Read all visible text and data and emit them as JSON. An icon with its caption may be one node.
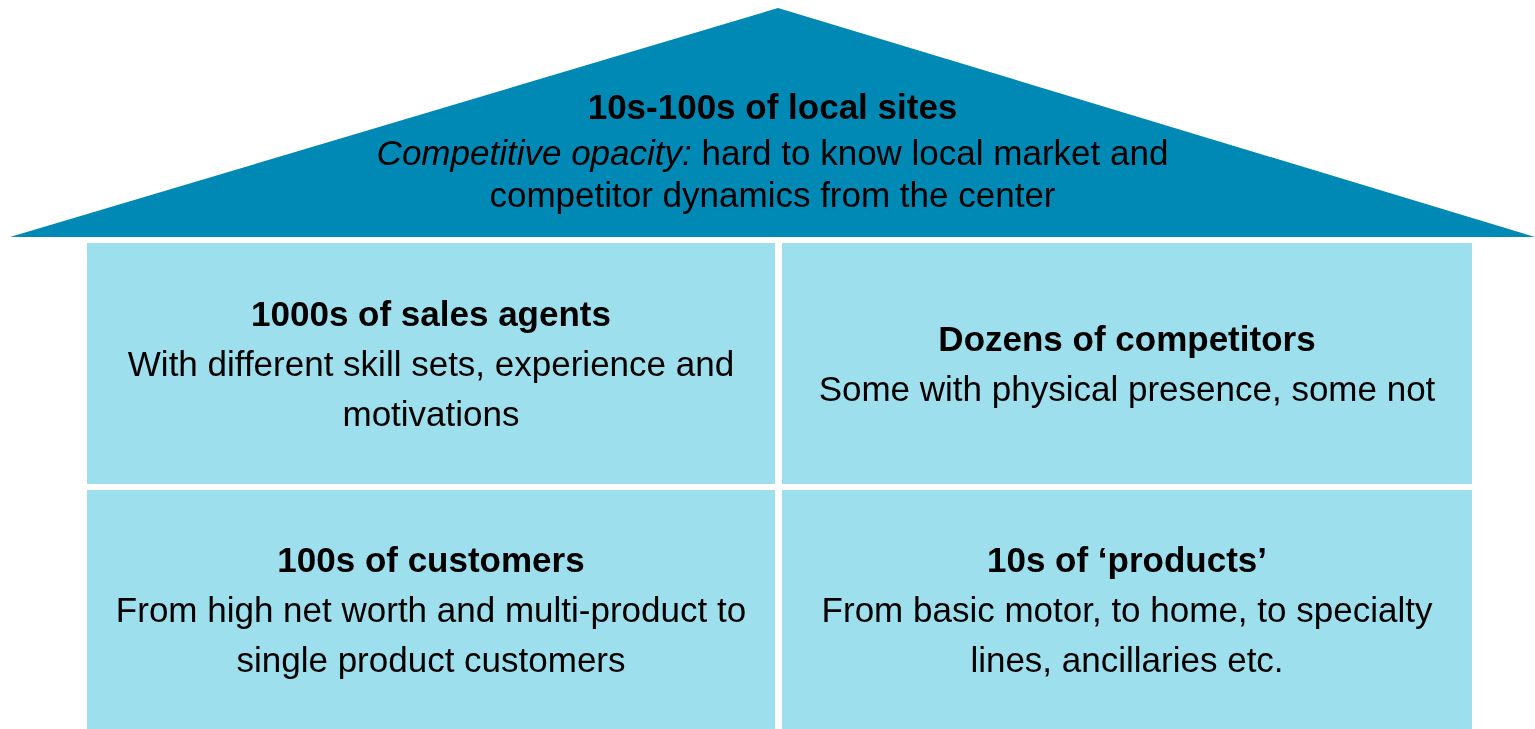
{
  "diagram": {
    "nodes": [
      {
        "text": [
          "10s-100s of local sites",
          "*Competitive opacity:* hard to know local market and competitor dynamics from the center"
        ]
      },
      {
        "text": [
          "1000s of sales agents",
          "With different skill sets, experience and motivations"
        ]
      },
      {
        "text": [
          "Dozens of competitors",
          "Some with physical presence, some not"
        ]
      },
      {
        "text": [
          "100s of customers",
          "From high net worth and multi-product to single product customers"
        ]
      },
      {
        "text": [
          "10s of ‘products’",
          "From basic motor, to home, to specialty lines, ancillaries etc."
        ]
      }
    ]
  }
}
